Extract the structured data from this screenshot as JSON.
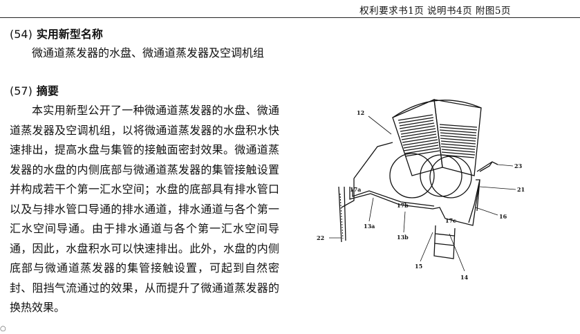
{
  "header": {
    "page_info": "权利要求书1页    说明书4页    附图5页"
  },
  "title_section": {
    "number": "(54)",
    "heading": "实用新型名称",
    "text": "微通道蒸发器的水盘、微通道蒸发器及空调机组"
  },
  "abstract_section": {
    "number": "(57)",
    "heading": "摘要",
    "text": "本实用新型公开了一种微通道蒸发器的水盘、微通道蒸发器及空调机组，以将微通道蒸发器的水盘积水快速排出，提高水盘与集管的接触面密封效果。微通道蒸发器的水盘的内侧底部与微通道蒸发器的集管接触设置并构成若干个第一汇水空间；水盘的底部具有排水管口以及与排水管口导通的排水通道，排水通道与各个第一汇水空间导通。由于排水通道与各个第一汇水空间导通，因此，水盘积水可以快速排出。此外，水盘的内侧底部与微通道蒸发器的集管接触设置，可起到自然密封、阻挡气流通过的效果，从而提升了微通道蒸发器的换热效果。"
  },
  "figure": {
    "labels": {
      "l12": "12",
      "l23": "23",
      "l21": "21",
      "l16": "16",
      "l17a": "17a",
      "l17b": "17b",
      "l17c": "17c",
      "l13a": "13a",
      "l13b": "13b",
      "l22": "22",
      "l15": "15",
      "l14": "14"
    }
  },
  "margin": {
    "mark": "○"
  }
}
